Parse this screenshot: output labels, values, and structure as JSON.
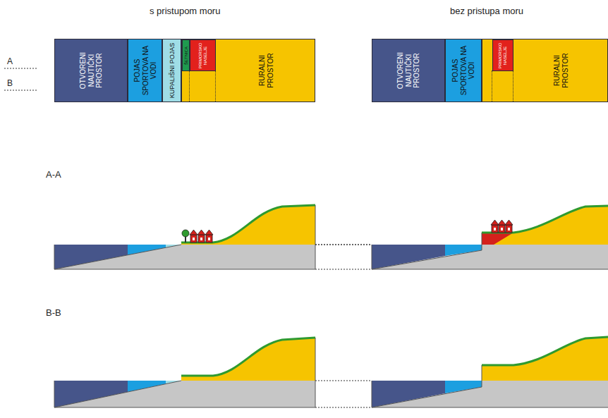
{
  "diagram": {
    "nodes": [
      {
        "text": [
          "OTVORENI NAUTIČKI PROSTOR"
        ]
      },
      {
        "text": [
          "POJAS SPORTOVA NA VODI"
        ]
      },
      {
        "text": [
          "KUPALIŠNI POJAS"
        ]
      },
      {
        "text": [
          "RURALNI PROSTOR"
        ]
      },
      {
        "text": [
          "ŠETNICA"
        ],
        "in": 3
      },
      {
        "text": [
          "PRIMORSKO NASELJE"
        ],
        "in": 3
      },
      {
        "text": [
          "OTVORENI NAUTIČKI PROSTOR"
        ]
      },
      {
        "text": [
          "POJAS SPORTOVA NA VODI"
        ]
      },
      {
        "text": [
          "RURALNI PROSTOR"
        ]
      },
      {
        "text": [
          "PRIMORSKO NASELJE"
        ],
        "in": 8
      }
    ],
    "labels": [
      "s pristupom moru",
      "bez pristupa moru",
      "A",
      "B",
      "A-A",
      "B-B"
    ]
  }
}
